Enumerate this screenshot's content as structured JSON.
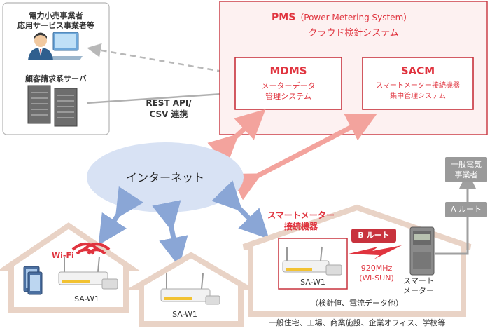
{
  "customer_box": {
    "operator_line1": "電力小売事業者",
    "operator_line2": "応用サービス事業者等",
    "server_label": "顧客請求系サーバ"
  },
  "pms": {
    "title_main": "PMS",
    "title_sub": "（Power Metering System）",
    "subtitle": "クラウド検針システム",
    "mdms": {
      "title": "MDMS",
      "line1": "メーターデータ",
      "line2": "管理システム"
    },
    "sacm": {
      "title": "SACM",
      "line1": "スマートメーター接続機器",
      "line2": "集中管理システム"
    }
  },
  "rest_label_line1": "REST API/",
  "rest_label_line2": "CSV 連携",
  "internet_label": "インターネット",
  "house_left": {
    "wifi_label": "Wi-Fi",
    "device_label": "SA-W1"
  },
  "house_middle": {
    "device_label": "SA-W1"
  },
  "house_right": {
    "title_line1": "スマートメーター",
    "title_line2": "接続機器",
    "device_label": "SA-W1",
    "b_route_label": "B ルート",
    "freq_line1": "920MHz",
    "freq_line2": "(Wi-SUN)",
    "meter_line1": "スマート",
    "meter_line2": "メーター",
    "data_note": "（検針値、電流データ他）"
  },
  "utility_box": {
    "line1": "一般電気",
    "line2": "事業者"
  },
  "a_route_label": "A ルート",
  "footer": "一般住宅、工場、商業施設、企業オフィス、学校等",
  "colors": {
    "accent_red": "#c8323d",
    "pms_fill": "#fdf1f1",
    "arrow_pink": "#f3a39d",
    "arrow_blue": "#8aa6d6",
    "cloud": "#d8e2f4",
    "gray_box": "#9a9a9a"
  }
}
